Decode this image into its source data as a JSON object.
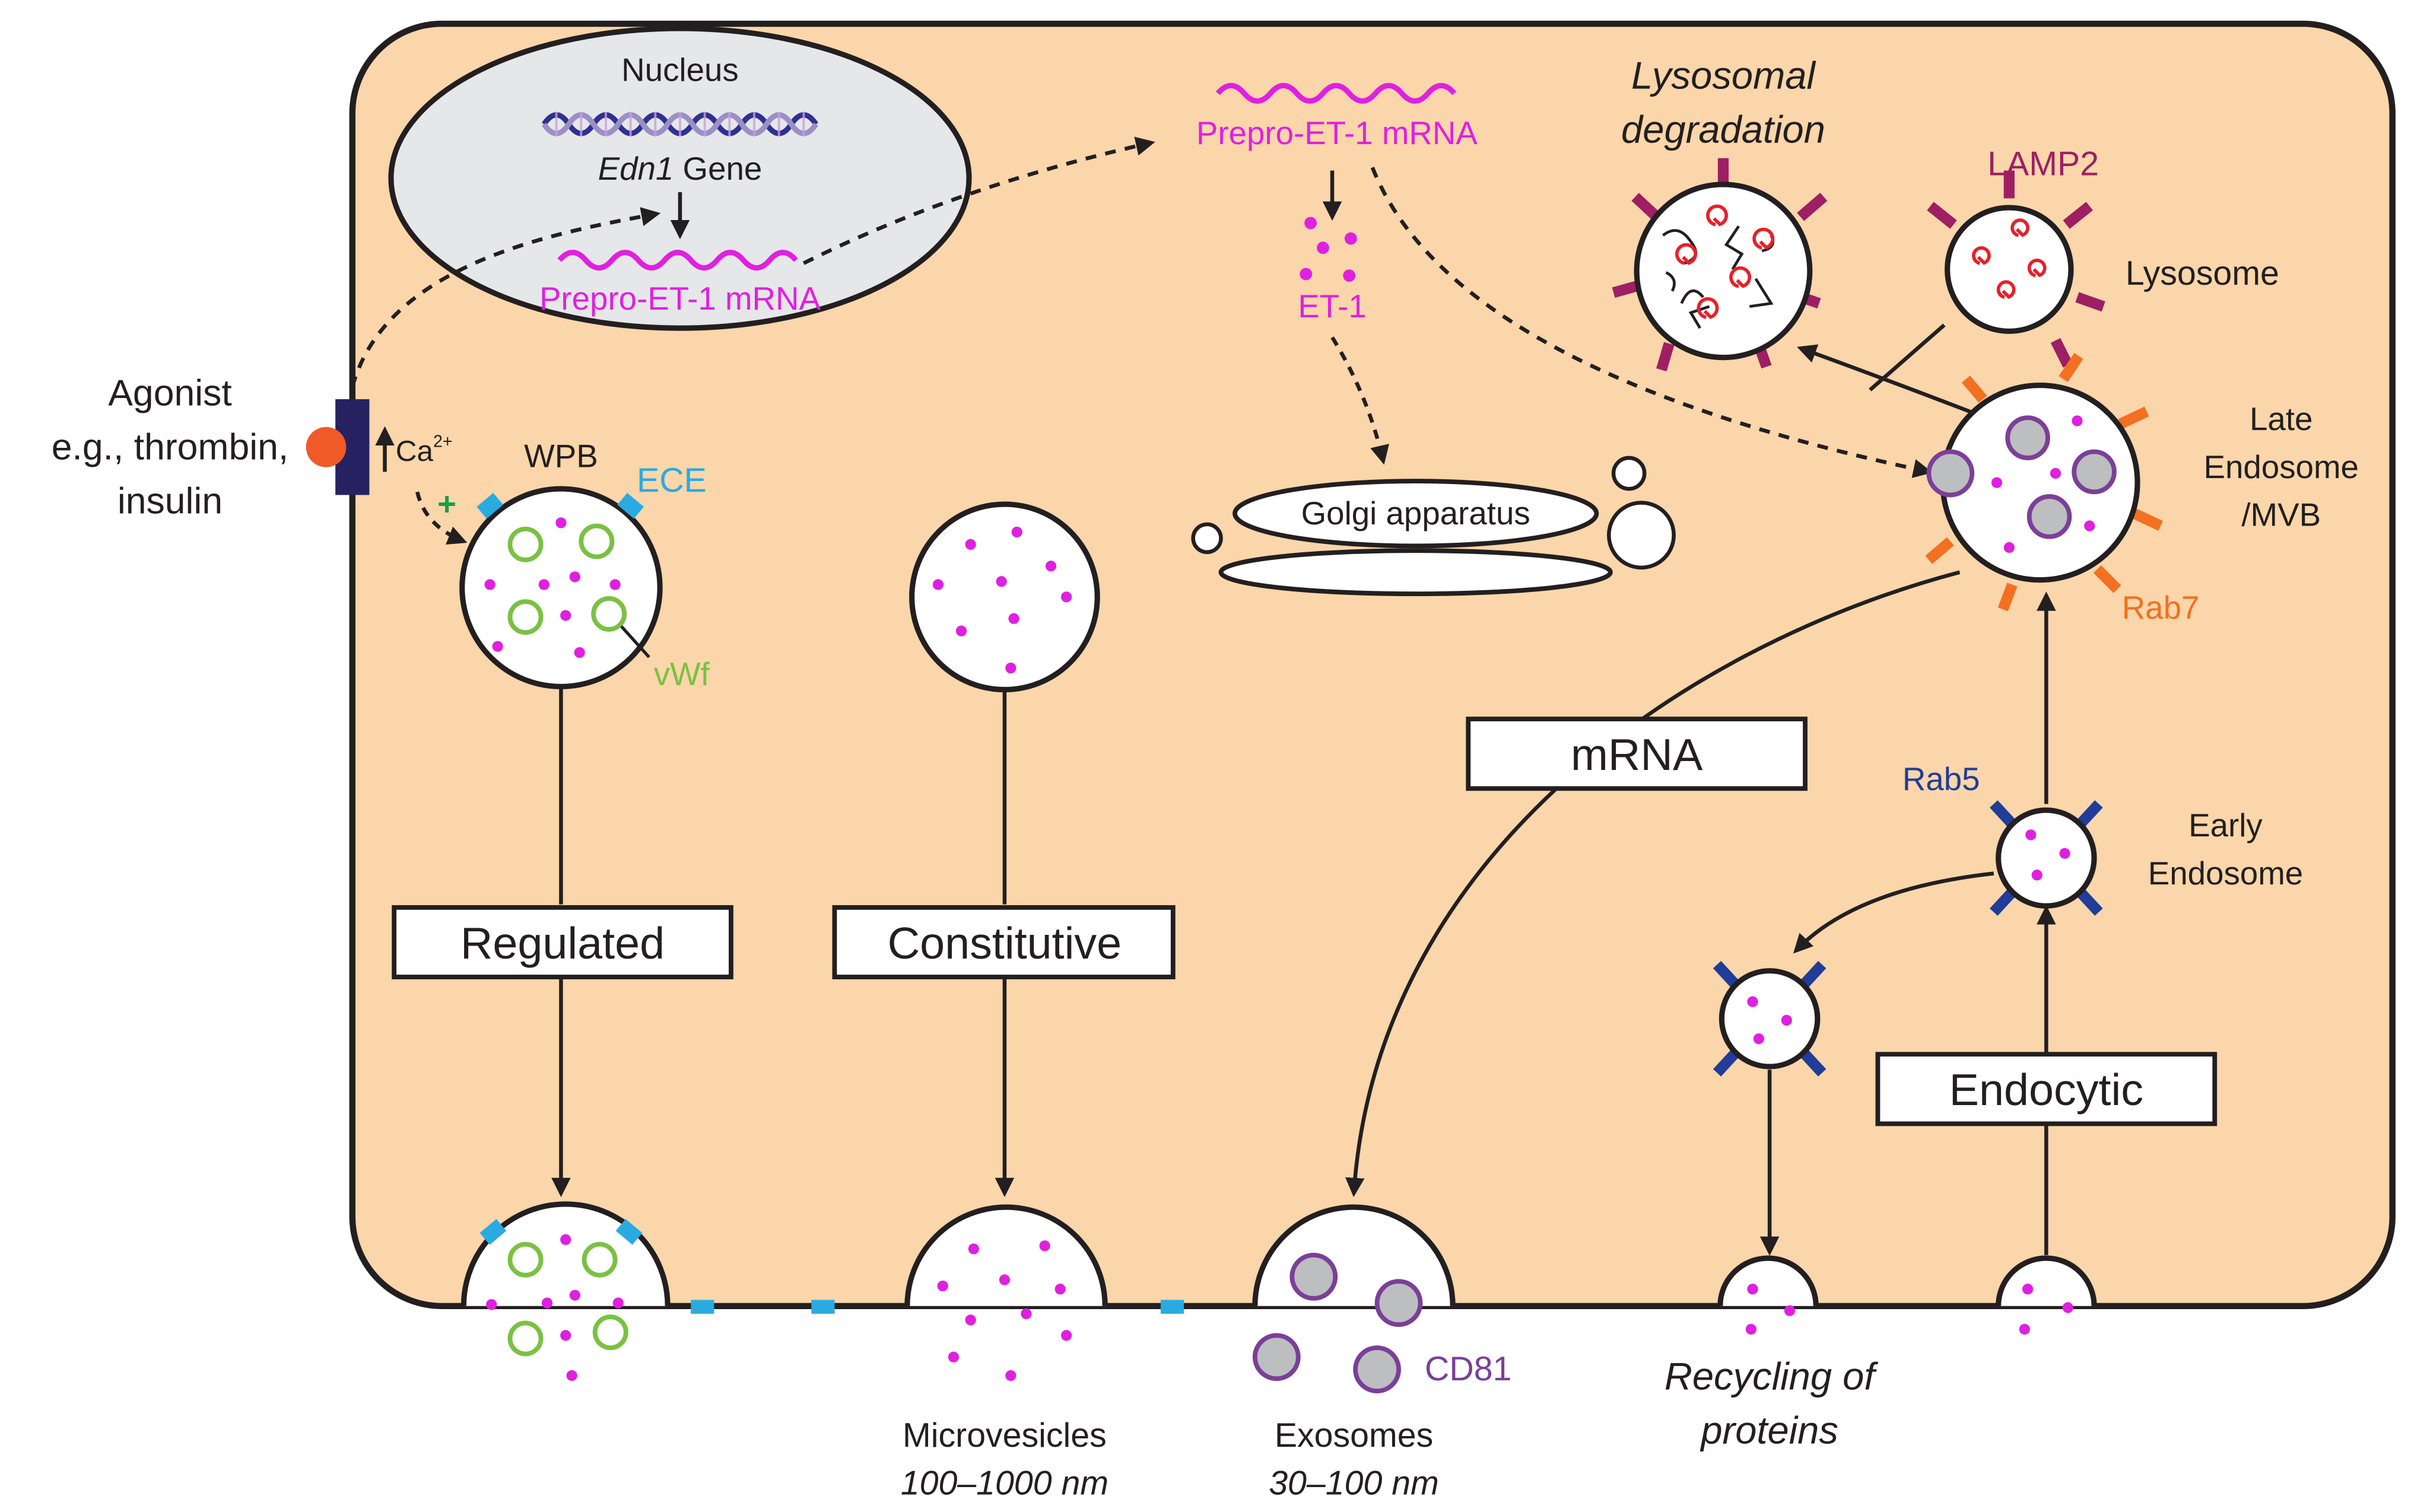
{
  "colors": {
    "cell_fill": "#FAD6AA",
    "outline": "#231F20",
    "magenta": "#E020E0",
    "cyan": "#29ABE2",
    "green": "#7AC143",
    "purple": "#7B3F98",
    "gray": "#BCBEC0",
    "lamp_red": "#9E1F63",
    "lyso_red": "#E8202A",
    "rab7_orange": "#F37021",
    "rab5_blue": "#1F3D99",
    "agonist_orange": "#F05A28",
    "receptor_navy": "#262262",
    "nucleus_gray": "#E6E7E8",
    "plus_green": "#1A9E48"
  },
  "labels": {
    "agonist_line1": "Agonist",
    "agonist_line2": "e.g., thrombin,",
    "agonist_line3": "insulin",
    "calcium": "Ca",
    "calcium_sup": "2+",
    "plus": "+",
    "nucleus": "Nucleus",
    "edn1_gene_italic": "Edn1",
    "edn1_gene_rest": " Gene",
    "mrna_nucleus": "Prepro-ET-1 mRNA",
    "mrna_cytoplasm": "Prepro-ET-1 mRNA",
    "et1": "ET-1",
    "golgi": "Golgi apparatus",
    "wpb": "WPB",
    "ece": "ECE",
    "vwf": "vWf",
    "lysosomal_line1": "Lysosomal",
    "lysosomal_line2": "degradation",
    "lamp2": "LAMP2",
    "lysosome": "Lysosome",
    "late_endosome_line1": "Late",
    "late_endosome_line2": "Endosome",
    "late_endosome_line3": "/MVB",
    "rab7": "Rab7",
    "rab5": "Rab5",
    "early_endosome_line1": "Early",
    "early_endosome_line2": "Endosome",
    "mrna_box": "mRNA",
    "regulated": "Regulated",
    "constitutive": "Constitutive",
    "endocytic": "Endocytic",
    "microvesicles": "Microvesicles",
    "microvesicles_size": "100–1000 nm",
    "exosomes": "Exosomes",
    "exosomes_size": "30–100 nm",
    "cd81": "CD81",
    "recycling_line1": "Recycling of",
    "recycling_line2": "proteins"
  }
}
